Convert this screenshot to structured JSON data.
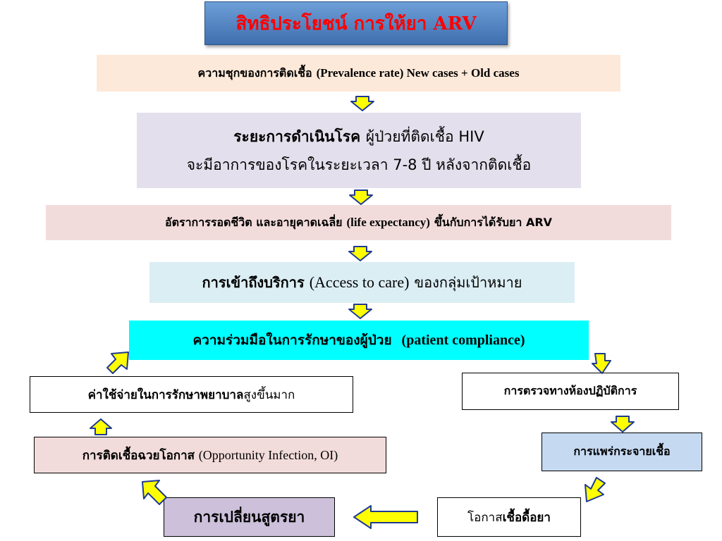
{
  "title": "สิทธิประโยชน์ การให้ยา ARV",
  "boxes": {
    "prevalence": {
      "thai": "ความชุกของการติดเชื้อ",
      "eng": "(Prevalence rate) New cases + Old cases"
    },
    "progression": {
      "line1_bold": "ระยะการดำเนินโรค",
      "line1_rest": "ผู้ป่วยที่ติดเชื้อ HIV",
      "line2": "จะมีอาการของโรคในระยะเวลา 7-8 ปี หลังจากติดเชื้อ"
    },
    "survival": {
      "thai": "อัตราการรอดชีวิต และอายุคาดเฉลี่ย",
      "eng": "(life expectancy)",
      "thai2": "ขึ้นกับการได้รับยา ARV"
    },
    "access": {
      "bold": "การเข้าถึงบริการ",
      "eng": "(Access to care)",
      "rest": "ของกลุ่มเป้าหมาย"
    },
    "compliance": {
      "thai": "ความร่วมมือในการรักษาของผู้ป่วย",
      "eng": "(patient compliance)"
    },
    "cost": {
      "bold": "ค่าใช้จ่ายในการรักษาพยาบาล",
      "rest": "สูงขึ้นมาก"
    },
    "oi": {
      "bold": "การติดเชื้อฉวยโอกาส",
      "eng": "(Opportunity Infection, OI)"
    },
    "regimen": {
      "label": "การเปลี่ยนสูตรยา"
    },
    "lab": {
      "label": "การตรวจทางห้องปฏิบัติการ"
    },
    "spread": {
      "label": "การแพร่กระจายเชื้อ"
    },
    "resistance": {
      "rest": "โอกาส",
      "bold": "เชื้อดื้อยา"
    }
  },
  "colors": {
    "title_fill": "#4f81bd",
    "title_text": "#ff0000",
    "arrow_fill": "#ffff00",
    "arrow_stroke": "#1f3a93",
    "prevalence_fill": "#fde9d9",
    "progression_fill": "#e4dfec",
    "survival_fill": "#f2dcdb",
    "access_fill": "#dbeef4",
    "compliance_fill": "#00ffff",
    "spread_fill": "#c5d9f1",
    "regimen_fill": "#ccc0da"
  }
}
